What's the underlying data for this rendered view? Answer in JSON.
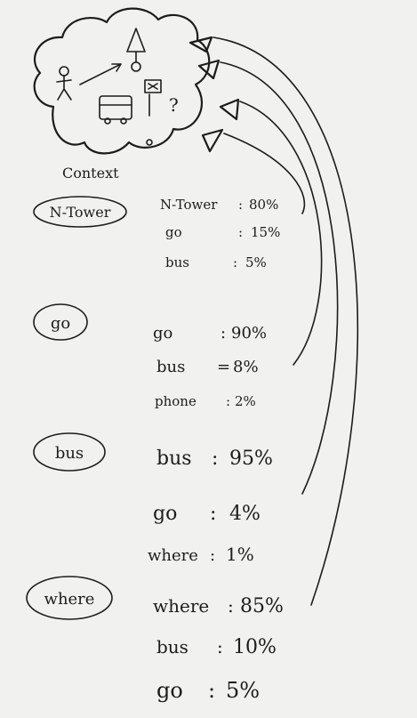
{
  "context_label": "Context",
  "tokens": [
    {
      "word": "N-Tower",
      "predictions": [
        {
          "label": "N-Tower",
          "value": "80%"
        },
        {
          "label": "go",
          "value": "15%"
        },
        {
          "label": "bus",
          "value": "5%"
        }
      ]
    },
    {
      "word": "go",
      "predictions": [
        {
          "label": "go",
          "value": "90%"
        },
        {
          "label": "bus",
          "value": "8%"
        },
        {
          "label": "phone",
          "value": "2%"
        }
      ]
    },
    {
      "word": "bus",
      "predictions": [
        {
          "label": "bus",
          "value": "95%"
        },
        {
          "label": "go",
          "value": "4%"
        },
        {
          "label": "where",
          "value": "1%"
        }
      ]
    },
    {
      "word": "where",
      "predictions": [
        {
          "label": "where",
          "value": "85%"
        },
        {
          "label": "bus",
          "value": "10%"
        },
        {
          "label": "go",
          "value": "5%"
        }
      ]
    }
  ],
  "colors": {
    "paper": "#f1f1ef",
    "ink": "#1c1c1c"
  }
}
